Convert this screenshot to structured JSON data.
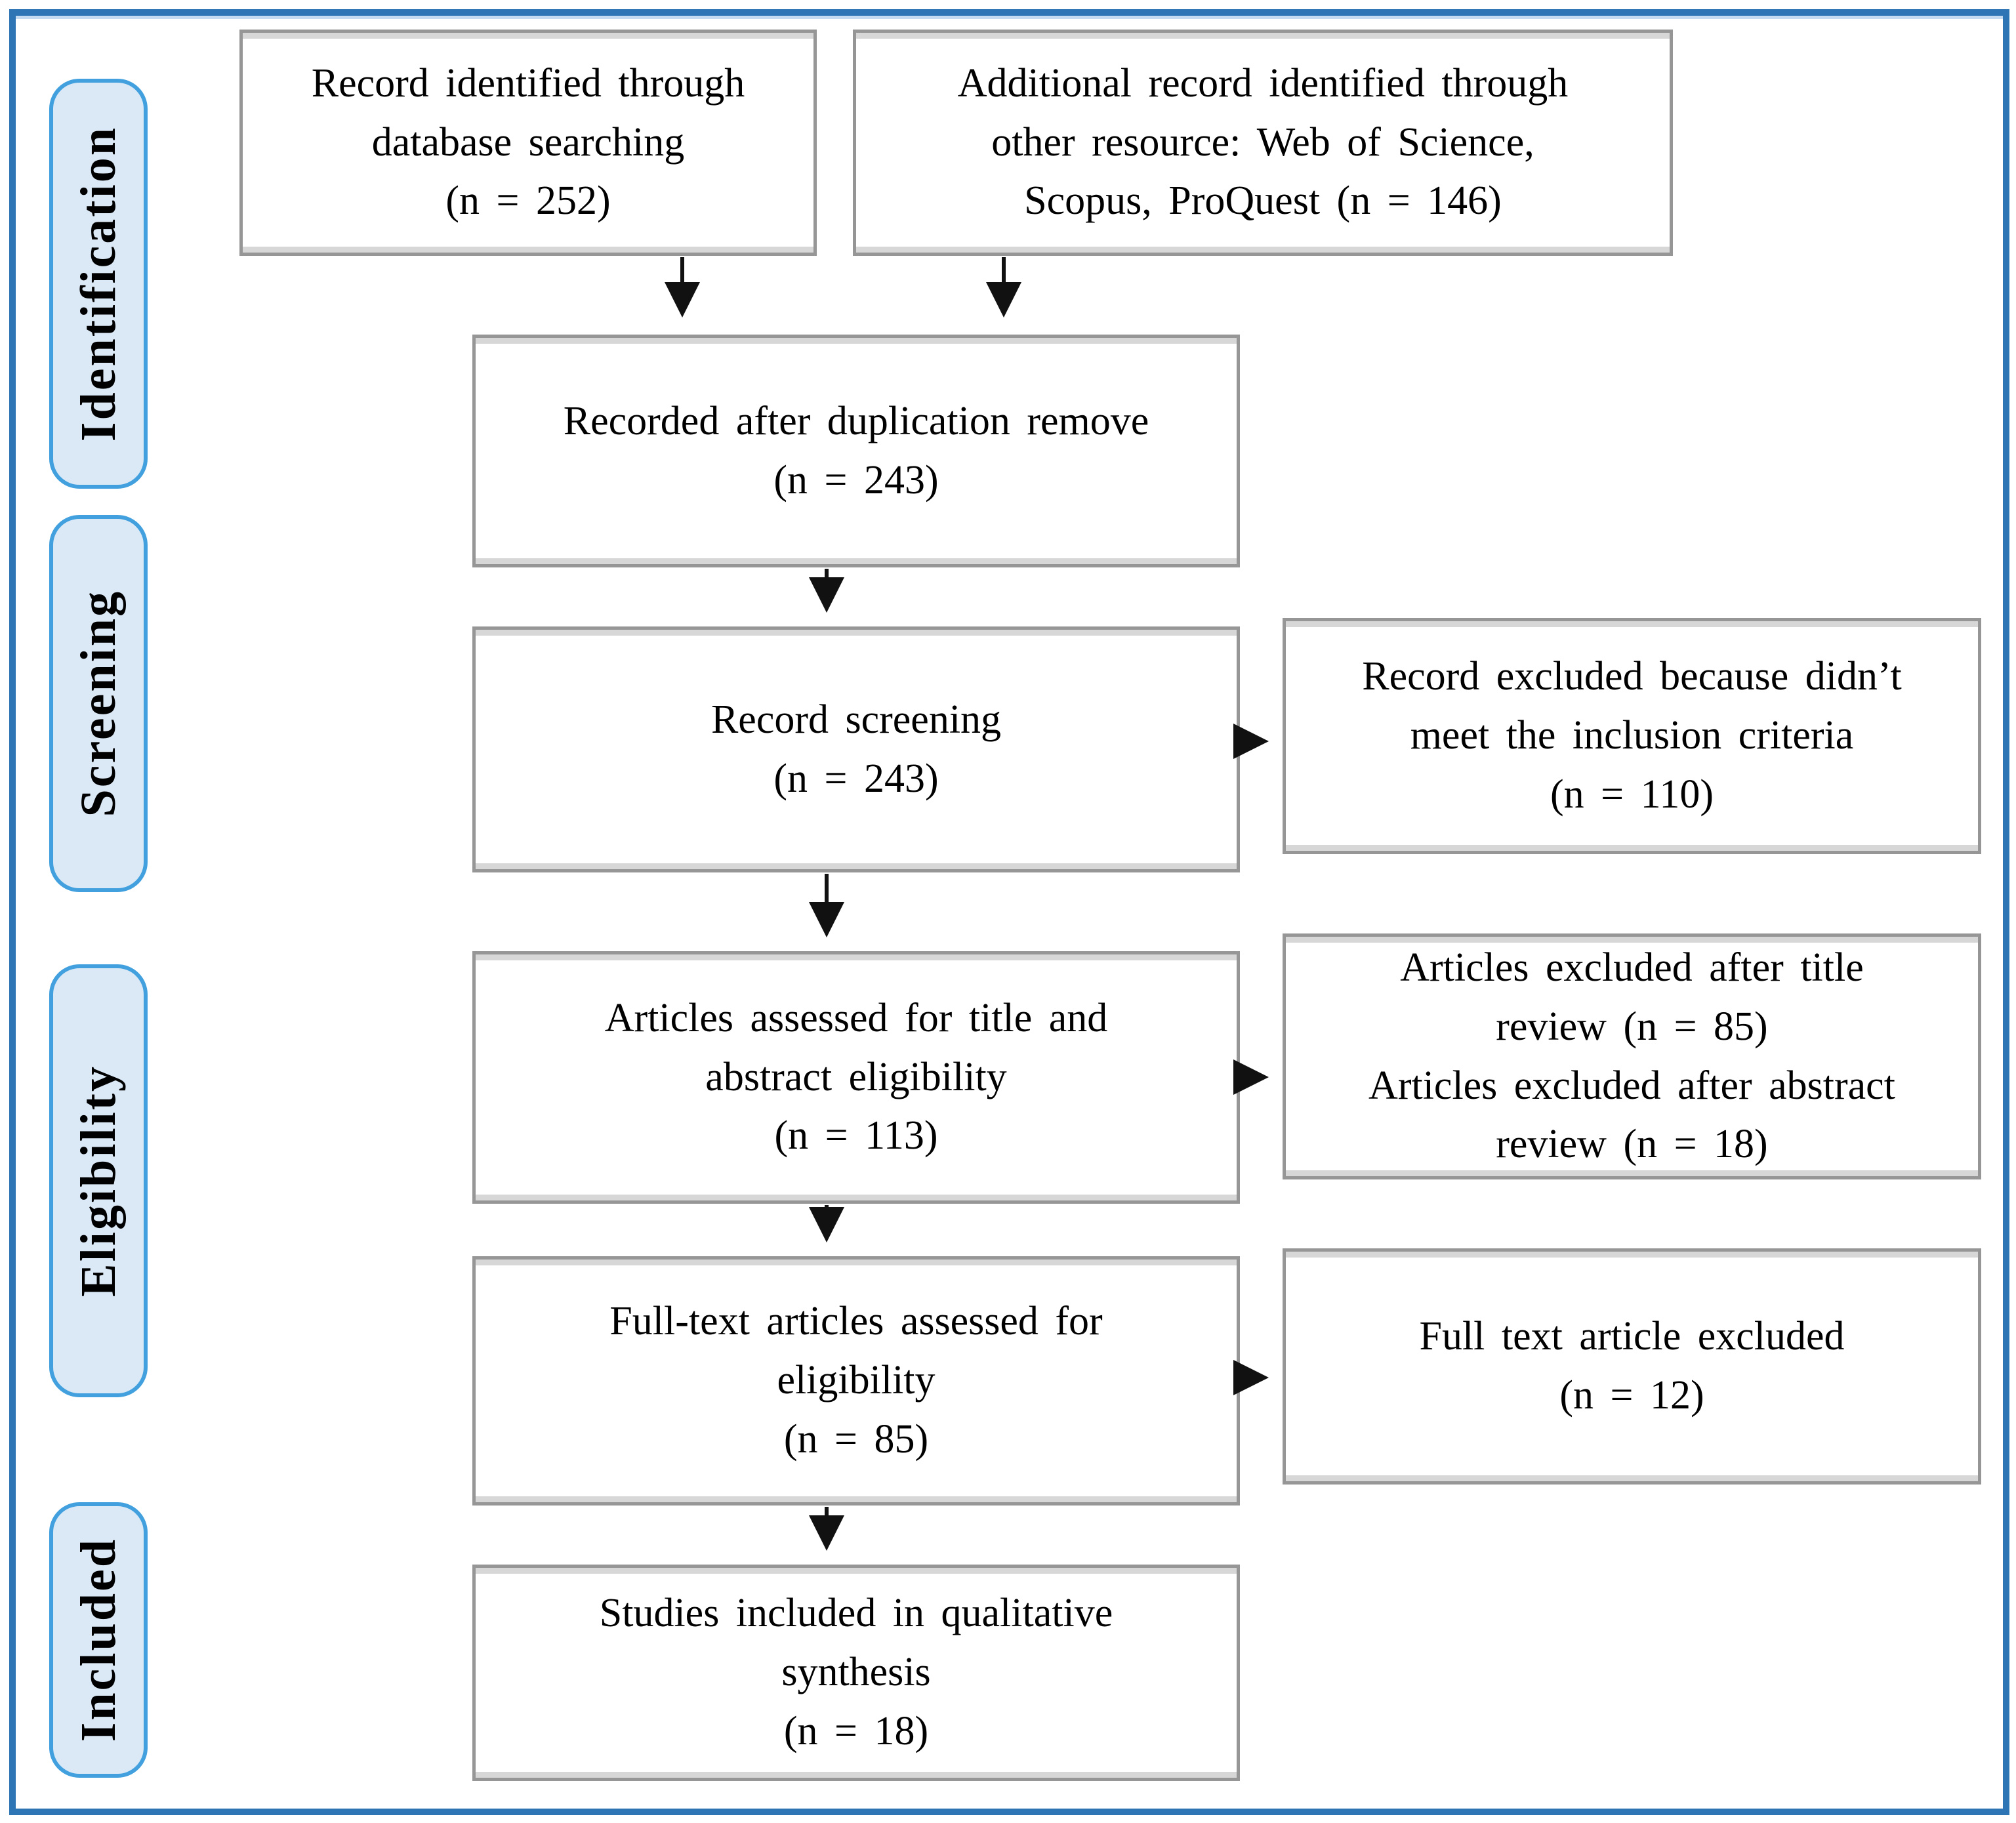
{
  "colors": {
    "frame-blue": "#2e75b6",
    "stage-fill": "#dbe9f7",
    "stage-border": "#41a0dd",
    "box-border": "#969696",
    "box-shadow-band": "#d7d7d7",
    "arrow-black": "#111111",
    "text-black": "#000000"
  },
  "stages": [
    {
      "label": "Identification"
    },
    {
      "label": "Screening"
    },
    {
      "label": "Eligibility"
    },
    {
      "label": "Included"
    }
  ],
  "boxes": {
    "identified": {
      "text": "Record identified through\ndatabase searching\n(n = 252)"
    },
    "additional": {
      "text": "Additional record identified through\nother resource: Web of Science,\nScopus, ProQuest (n = 146)"
    },
    "deduplicated": {
      "text": "Recorded after duplication remove\n(n = 243)"
    },
    "screening": {
      "text": "Record screening\n(n = 243)"
    },
    "excluded_screening": {
      "text": "Record excluded because didn’t\nmeet the inclusion criteria\n(n = 110)"
    },
    "title_abstract": {
      "text": "Articles assessed for title and\nabstract eligibility\n(n = 113)"
    },
    "excluded_title_abstract": {
      "text": "Articles excluded after title\nreview (n = 85)\nArticles excluded after abstract\nreview (n = 18)"
    },
    "fulltext": {
      "text": "Full-text articles assessed for\neligibility\n(n = 85)"
    },
    "excluded_fulltext": {
      "text": "Full text article excluded\n(n = 12)"
    },
    "included": {
      "text": "Studies included in qualitative\nsynthesis\n(n = 18)"
    }
  }
}
